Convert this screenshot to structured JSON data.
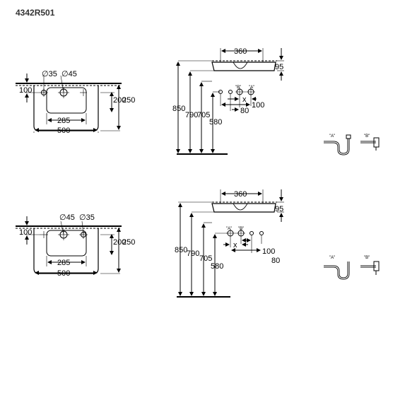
{
  "title": "4342R501",
  "top": {
    "plan": {
      "dia_left": "∅35",
      "dia_right": "∅45",
      "d100": "100",
      "d200": "200",
      "d250": "250",
      "d285": "285",
      "d500": "500"
    },
    "elevation": {
      "d360": "360",
      "d95": "95",
      "d850": "850",
      "d790": "790",
      "d705": "705",
      "d580": "580",
      "x": "x",
      "d80": "80",
      "d100": "100",
      "lbl_b": "\"B\"",
      "lbl_a": "\"A\""
    },
    "traps": {
      "a": "\"A\"",
      "b": "\"B\""
    }
  },
  "bottom": {
    "plan": {
      "dia_left": "∅45",
      "dia_right": "∅35",
      "d100": "100",
      "d200": "200",
      "d250": "250",
      "d285": "285",
      "d500": "500"
    },
    "elevation": {
      "d360": "360",
      "d95": "95",
      "d850": "850",
      "d790": "790",
      "d705": "705",
      "d580": "580",
      "x": "x",
      "d100": "100",
      "d80": "80",
      "lbl_a": "\"A\"",
      "lbl_b": "\"B\""
    },
    "traps": {
      "a": "\"A\"",
      "b": "\"B\""
    }
  }
}
